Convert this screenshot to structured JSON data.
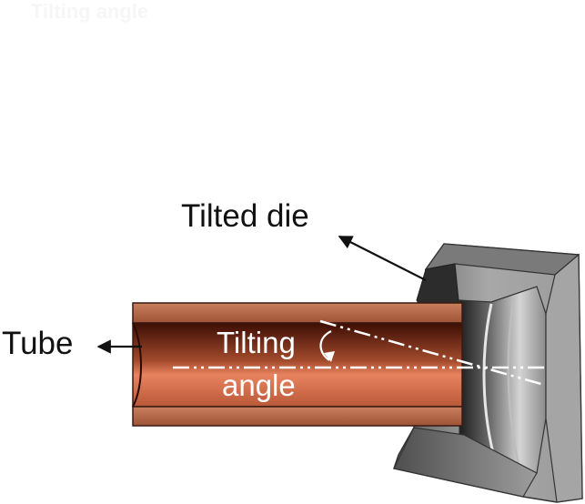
{
  "header_title": "Tilting angle",
  "labels": {
    "tube": "Tube",
    "tilted_die": "Tilted die",
    "tilting": "Tilting",
    "angle": "angle"
  },
  "colors": {
    "tube_shell": "#b96a4e",
    "tube_inner_top": "#4a1406",
    "tube_inner_bottom": "#f08a66",
    "die_dark": "#3c3c3c",
    "die_mid": "#8d8d8d",
    "die_light": "#d8d8d8",
    "centerline": "#ffffff",
    "arrow": "#111111"
  }
}
